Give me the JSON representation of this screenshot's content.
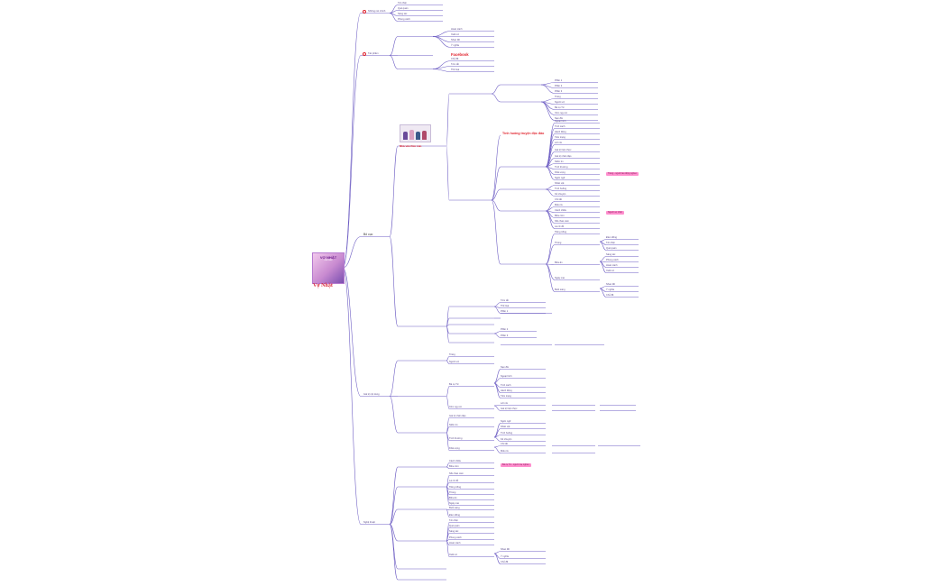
{
  "root": {
    "title": "Vợ Nhặt",
    "cover_line1": "VỢ NHẶT",
    "cover_line2": "KIM LÂN"
  },
  "branches": {
    "b1": "Những nét chính",
    "b2": "Tác phẩm",
    "b3": "Bố cục",
    "b4": "Giá trị nội dung",
    "b5": "Nghệ thuật"
  },
  "highlights": {
    "facebook": "Facebook",
    "author": "Nhà văn Kim Lân",
    "emphasis": "Tình huống truyện độc đáo",
    "pink_1": "Tràng - người lao động nghèo",
    "pink_2": "Người vợ nhặt",
    "pink_3": "Bà cụ Tứ - người mẹ nghèo"
  },
  "colors": {
    "edge": "#6f5fc4",
    "accent": "#e0232d",
    "pink": "#ff8fce"
  },
  "icons": {
    "b1_icon": "circle-icon",
    "b2_icon": "circle-icon"
  },
  "labels": [
    "Tên thật",
    "Quê quán",
    "Sáng tác",
    "Phong cách",
    "Hoàn cảnh",
    "Xuất xứ",
    "Nhan đề",
    "Ý nghĩa",
    "Chủ đề",
    "Tóm tắt",
    "Thể loại",
    "Phần 1",
    "Phần 2",
    "Phần 3",
    "Tràng",
    "Người vợ",
    "Bà cụ Tứ",
    "Xóm ngụ cư",
    "Nạn đói",
    "Ngoại hình",
    "Tính cách",
    "Hành động",
    "Tâm trạng",
    "Lời nói",
    "Giá trị hiện thực",
    "Giá trị nhân đạo",
    "Niềm tin",
    "Tình thương",
    "Khát vọng",
    "Ngôn ngữ",
    "Nhân vật",
    "Tình huống",
    "Kể chuyện",
    "Chi tiết",
    "Miêu tả",
    "Cảnh chiều",
    "Bữa cơm",
    "Nồi cháo cám",
    "Lá cờ đỏ",
    "Tiếng trống",
    "Thúng",
    "Bữa ăn",
    "Ngày mai",
    "Buổi sáng",
    "Đám đông"
  ]
}
